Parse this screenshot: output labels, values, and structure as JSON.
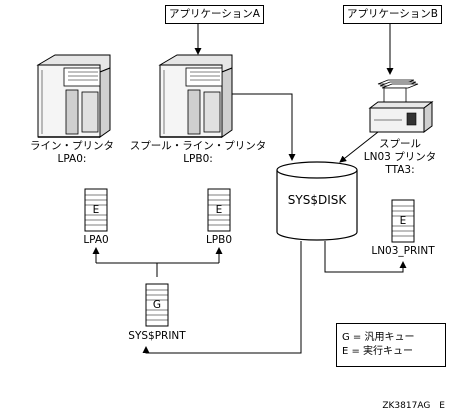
{
  "apps": {
    "app_a": "アプリケーションA",
    "app_b": "アプリケーションB"
  },
  "printers": {
    "line_printer": {
      "name": "ライン・プリンタ",
      "device": "LPA0:"
    },
    "spool_line_printer": {
      "name": "スプール・ライン・プリンタ",
      "device": "LPB0:"
    },
    "spool_ln03": {
      "line1": "スプール",
      "line2": "LN03 プリンタ",
      "device": "TTA3:"
    }
  },
  "disk": {
    "label": "SYS$DISK"
  },
  "queues": {
    "lpa0": {
      "letter": "E",
      "name": "LPA0"
    },
    "lpb0": {
      "letter": "E",
      "name": "LPB0"
    },
    "ln03": {
      "letter": "E",
      "name": "LN03_PRINT"
    },
    "sysprint": {
      "letter": "G",
      "name": "SYS$PRINT"
    }
  },
  "legend": {
    "generic": "G = 汎用キュー",
    "execution": "E = 実行キュー"
  },
  "figure_id": "ZK3817AG　E"
}
